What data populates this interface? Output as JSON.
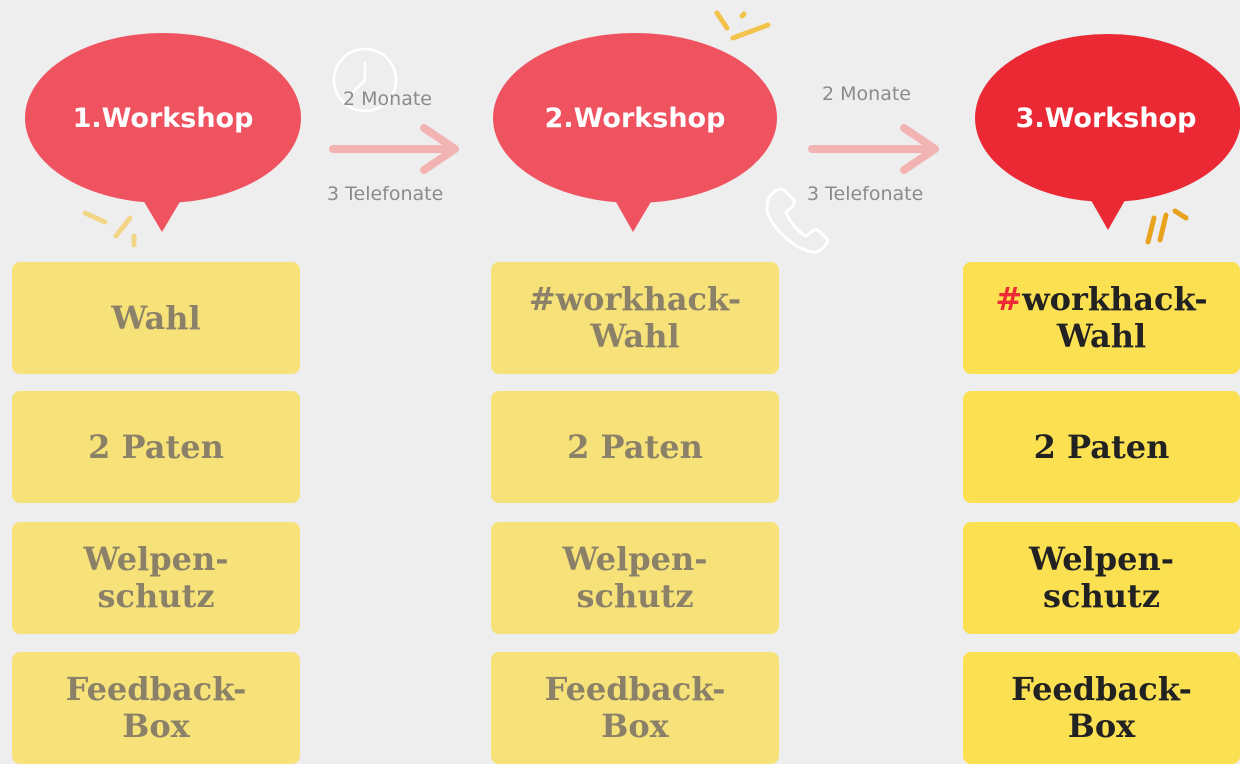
{
  "stages": [
    {
      "title": "1.Workshop",
      "cards": [
        "Wahl",
        "2 Paten",
        "Welpen-\nschutz",
        "Feedback-\nBox"
      ]
    },
    {
      "title": "2.Workshop",
      "cards": [
        "#workhack-\nWahl",
        "2 Paten",
        "Welpen-\nschutz",
        "Feedback-\nBox"
      ]
    },
    {
      "title": "3.Workshop",
      "cards_hash": "#",
      "cards": [
        "workhack-\nWahl",
        "2 Paten",
        "Welpen-\nschutz",
        "Feedback-\nBox"
      ]
    }
  ],
  "transitions": [
    {
      "duration": "2 Monate",
      "calls": "3 Telefonate"
    },
    {
      "duration": "2 Monate",
      "calls": "3 Telefonate"
    }
  ],
  "colors": {
    "bubble_muted": "#ef5360",
    "bubble_active": "#ea2935",
    "card_muted": "#f7e27a",
    "card_active": "#fbe052",
    "arrow": "#f2b3b3",
    "accent_lines": "#f3c24a"
  },
  "icons": [
    "clock-icon",
    "phone-icon",
    "emphasis-lines-icon"
  ]
}
